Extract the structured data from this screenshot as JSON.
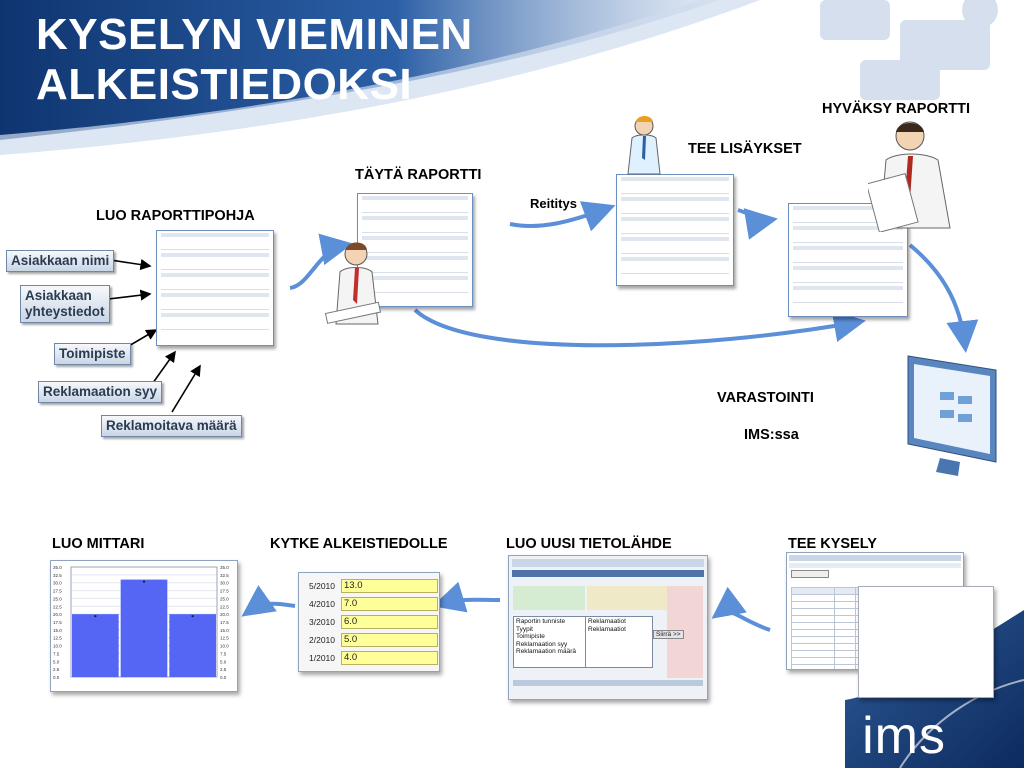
{
  "title": [
    "KYSELYN VIEMINEN",
    "ALKEISTIEDOKSI"
  ],
  "labels": {
    "luo_raporttipohja": "LUO RAPORTTIPOHJA",
    "tayta_raportti": "TÄYTÄ RAPORTTI",
    "reititys": "Reititys",
    "tee_lisaykset": "TEE LISÄYKSET",
    "hyvaksy_raportti": "HYVÄKSY RAPORTTI",
    "varastointi": "VARASTOINTI",
    "ims_ssa": "IMS:ssa",
    "luo_mittari": "LUO MITTARI",
    "kytke": "KYTKE ALKEISTIEDOLLE",
    "luo_uusi_tietolahde": "LUO UUSI TIETOLÄHDE",
    "tee_kysely": "TEE KYSELY"
  },
  "fields": [
    "Asiakkaan nimi",
    "Asiakkaan yhteystiedot",
    "Toimipiste",
    "Reklamaation syy",
    "Reklamoitava määrä"
  ],
  "field_lines": {
    "yhteystiedot": [
      "Asiakkaan",
      "yhteystiedot"
    ]
  },
  "mapping": {
    "rows": [
      {
        "period": "5/2010",
        "value": "13.0"
      },
      {
        "period": "4/2010",
        "value": "7.0"
      },
      {
        "period": "3/2010",
        "value": "6.0"
      },
      {
        "period": "2/2010",
        "value": "5.0"
      },
      {
        "period": "1/2010",
        "value": "4.0"
      }
    ]
  },
  "datasource": {
    "list_left": [
      "Raportin tunniste",
      "Tyypit",
      "Toimipiste",
      "Reklamaation syy",
      "Reklamaation määrä"
    ],
    "list_right": [
      "Reklamaatiot",
      "Reklamaatiot"
    ],
    "button": "Siirrä >>"
  },
  "logo": "ims",
  "chart_data": {
    "type": "bar",
    "categories": [
      "",
      "",
      ""
    ],
    "values": [
      20,
      31,
      20
    ],
    "ylim": [
      0,
      35
    ],
    "yticks_left": [
      "35.0",
      "32.5",
      "30.0",
      "27.5",
      "25.0",
      "22.5",
      "20.0",
      "17.5",
      "15.0",
      "12.5",
      "10.0",
      "7.5",
      "5.0",
      "2.5",
      "0.0"
    ],
    "grid": true,
    "color": "#5566f5"
  },
  "colors": {
    "title_band": "#1f4c8f",
    "bar": "#5566f5",
    "arrow": "#5b8fd8",
    "field_yellow": "#ffff99"
  }
}
